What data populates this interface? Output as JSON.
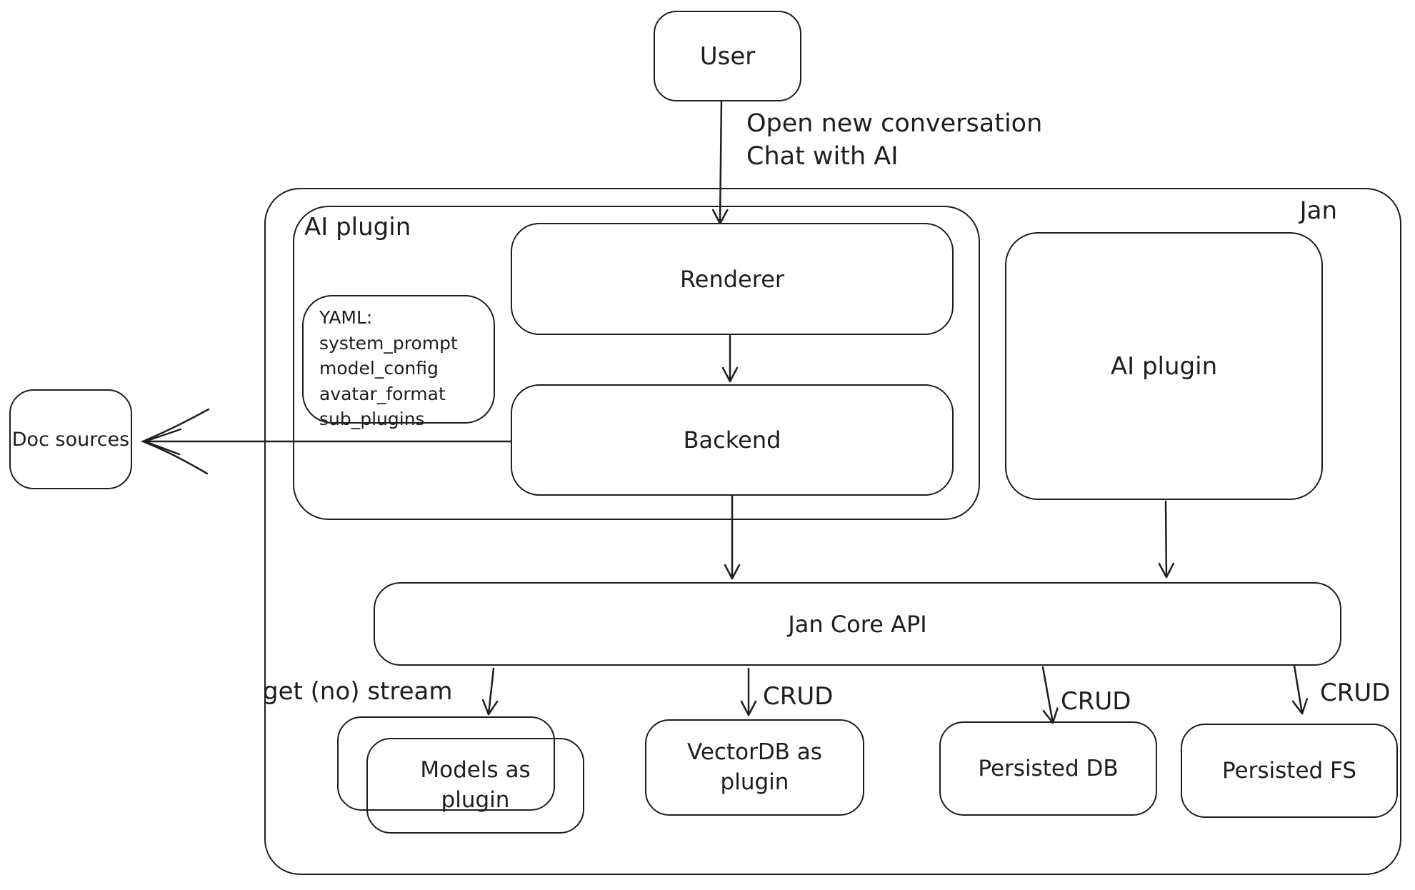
{
  "nodes": {
    "user": {
      "label": "User"
    },
    "jan": {
      "label": "Jan"
    },
    "ai_plugin_left": {
      "label": "AI plugin"
    },
    "renderer": {
      "label": "Renderer"
    },
    "backend": {
      "label": "Backend"
    },
    "yaml_note": {
      "lines": [
        "YAML:",
        "system_prompt",
        "model_config",
        "avatar_format",
        "sub_plugins"
      ]
    },
    "doc_sources": {
      "label": "Doc sources"
    },
    "ai_plugin_right": {
      "label": "AI plugin"
    },
    "jan_core_api": {
      "label": "Jan Core API"
    },
    "models_plugin": {
      "label": "Models as plugin"
    },
    "vectordb_plugin": {
      "label": "VectorDB as plugin"
    },
    "persisted_db": {
      "label": "Persisted DB"
    },
    "persisted_fs": {
      "label": "Persisted FS"
    }
  },
  "edges": {
    "user_to_renderer": {
      "labels": [
        "Open new conversation",
        "Chat with AI"
      ]
    },
    "core_to_models": {
      "label": "get (no) stream"
    },
    "core_to_vectordb": {
      "label": "CRUD"
    },
    "core_to_persisted_db": {
      "label": "CRUD"
    },
    "core_to_persisted_fs": {
      "label": "CRUD"
    }
  },
  "colors": {
    "stroke": "#1e1e1e",
    "background": "#ffffff"
  }
}
